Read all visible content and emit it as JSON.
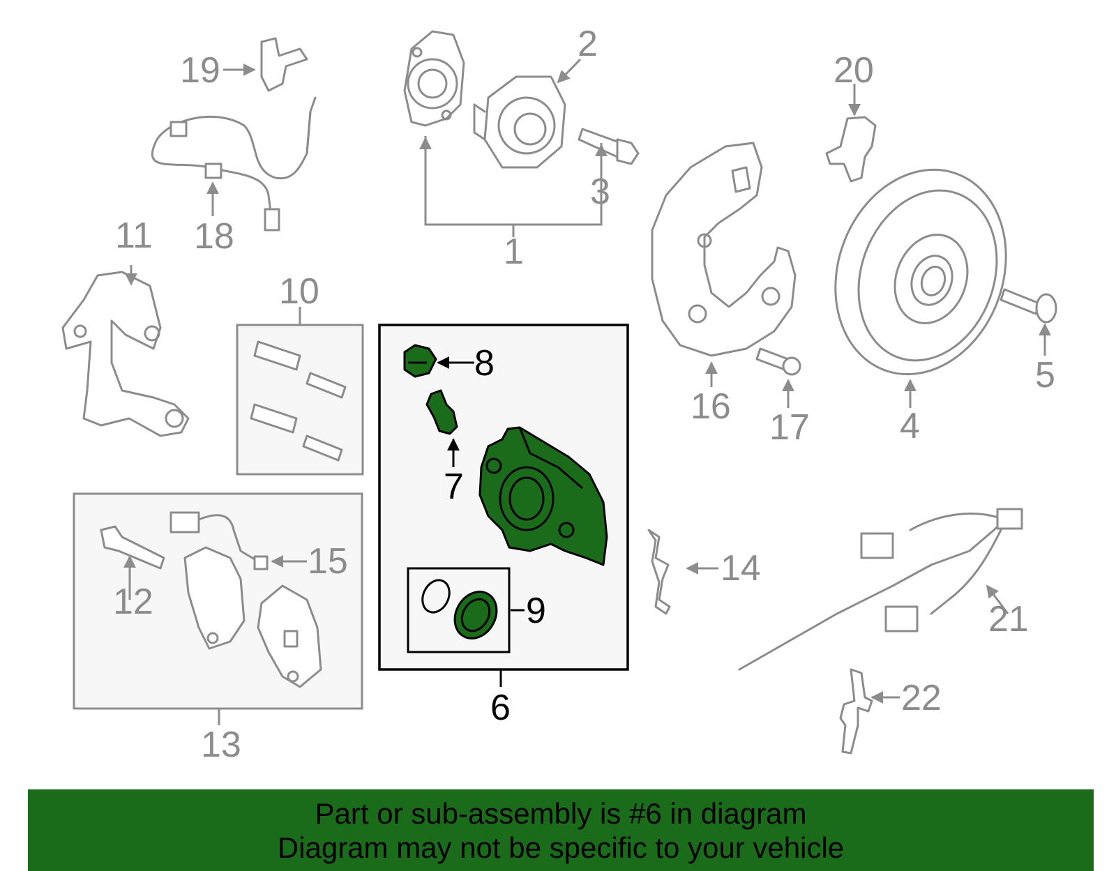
{
  "labels": {
    "l1": "1",
    "l2": "2",
    "l3": "3",
    "l4": "4",
    "l5": "5",
    "l6": "6",
    "l7": "7",
    "l8": "8",
    "l9": "9",
    "l10": "10",
    "l11": "11",
    "l12": "12",
    "l13": "13",
    "l14": "14",
    "l15": "15",
    "l16": "16",
    "l17": "17",
    "l18": "18",
    "l19": "19",
    "l20": "20",
    "l21": "21",
    "l22": "22"
  },
  "banner": {
    "line1": "Part or sub-assembly is #6 in diagram",
    "line2": "Diagram may not be specific to your vehicle"
  },
  "colors": {
    "highlight": "#1a6b1a",
    "part_outline": "#8c8c8c",
    "highlight_outline": "#000000",
    "background": "#ffffff"
  }
}
